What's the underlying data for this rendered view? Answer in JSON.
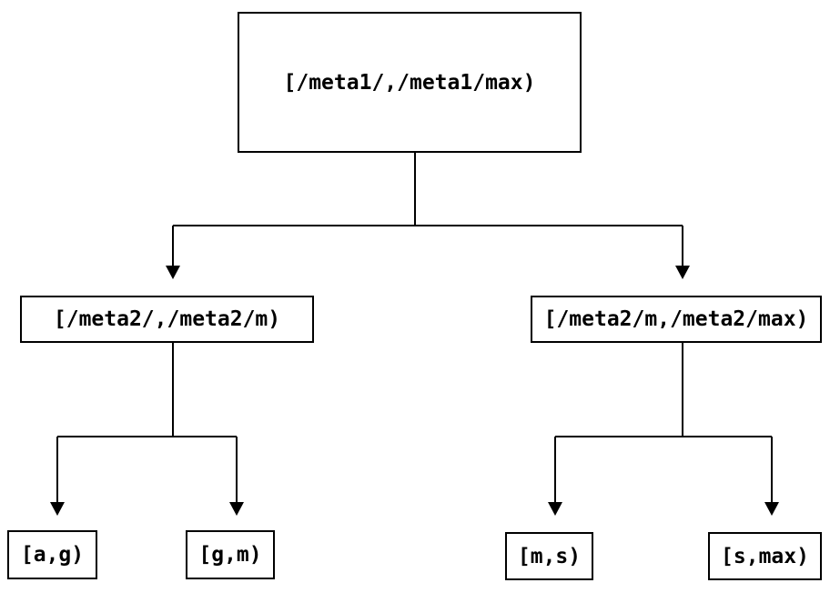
{
  "diagram": {
    "background_color": "#ffffff",
    "line_color": "#000000",
    "nodes": {
      "root": {
        "label": "[/meta1/,/meta1/max)"
      },
      "left_child": {
        "label": "[/meta2/,/meta2/m)"
      },
      "right_child": {
        "label": "[/meta2/m,/meta2/max)"
      },
      "leaf_a_g": {
        "label": "[a,g)"
      },
      "leaf_g_m": {
        "label": "[g,m)"
      },
      "leaf_m_s": {
        "label": "[m,s)"
      },
      "leaf_s_max": {
        "label": "[s,max)"
      }
    }
  }
}
